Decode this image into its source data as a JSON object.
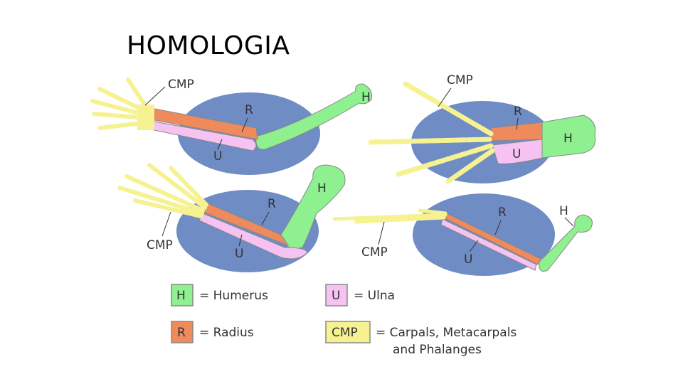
{
  "title": "HOMOLOGIA",
  "colors": {
    "humerus": "#8ff08f",
    "radius": "#ef8a5c",
    "ulna": "#f5c2f2",
    "cmp": "#f6f291",
    "blob": "#6f8cc4",
    "bone_outline": "#9a9a7a"
  },
  "labels": {
    "H": "H",
    "R": "R",
    "U": "U",
    "CMP": "CMP"
  },
  "legend": [
    {
      "code": "H",
      "text": "= Humerus"
    },
    {
      "code": "U",
      "text": "= Ulna"
    },
    {
      "code": "R",
      "text": "= Radius"
    },
    {
      "code": "CMP",
      "text": "= Carpals, Metacarpals",
      "text2": "and Phalanges"
    }
  ]
}
